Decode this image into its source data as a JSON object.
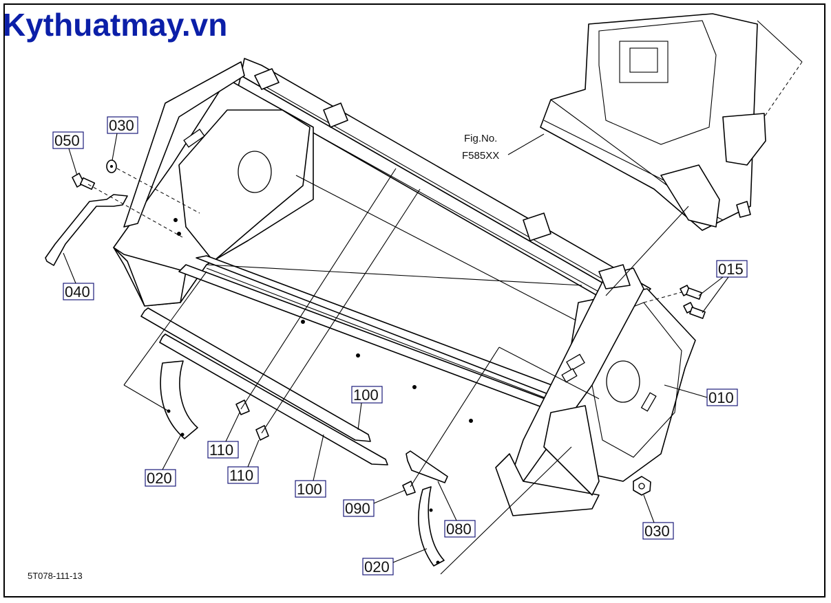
{
  "watermark": "Kythuatmay.vn",
  "diagram_code": "5T078-111-13",
  "figure_ref": {
    "line1": "Fig.No.",
    "line2": "F585XX"
  },
  "callouts": {
    "c015": "015",
    "c010": "010",
    "c050": "050",
    "c030a": "030",
    "c030b": "030",
    "c040": "040",
    "c020a": "020",
    "c020b": "020",
    "c110a": "110",
    "c110b": "110",
    "c100a": "100",
    "c100b": "100",
    "c090": "090",
    "c080": "080"
  },
  "colors": {
    "brand": "#0b1fa8",
    "label_border": "#1a1a7a"
  }
}
